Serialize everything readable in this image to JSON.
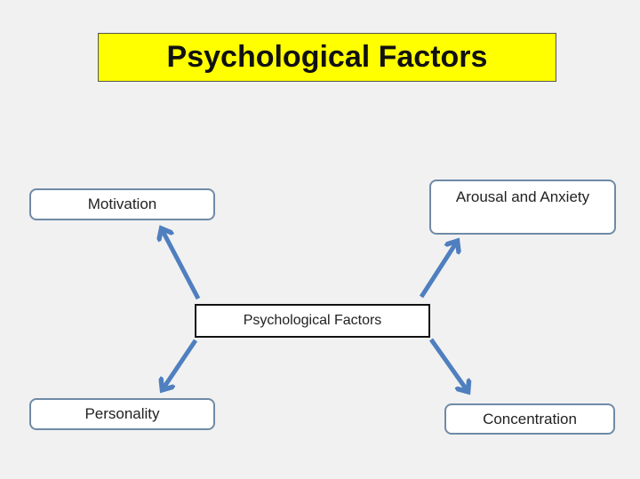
{
  "title": "Psychological Factors",
  "center": {
    "label": "Psychological Factors"
  },
  "nodes": [
    {
      "id": "motivation",
      "label": "Motivation"
    },
    {
      "id": "arousal",
      "label": "Arousal and Anxiety"
    },
    {
      "id": "personality",
      "label": "Personality"
    },
    {
      "id": "concentration",
      "label": "Concentration"
    }
  ],
  "colors": {
    "background": "#f1f1f1",
    "title_fill": "#ffff00",
    "arrow": "#4f7fbf",
    "node_border": "#6f8aa6"
  }
}
